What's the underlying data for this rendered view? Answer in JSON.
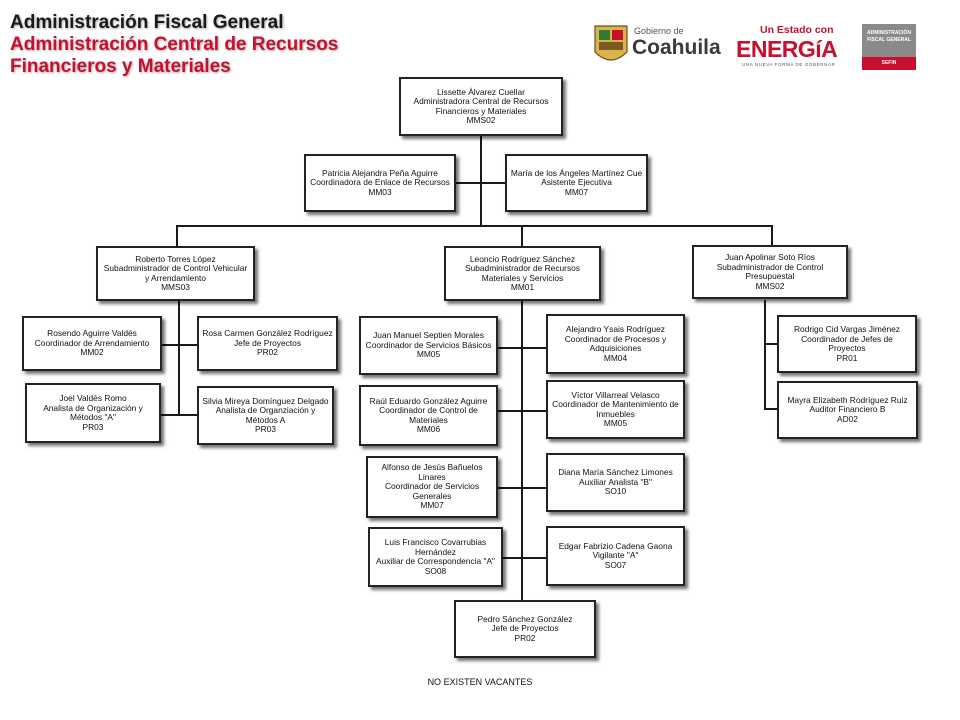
{
  "header": {
    "line1": "Administración Fiscal General",
    "line2": "Administración Central de Recursos",
    "line3": "Financieros y Materiales"
  },
  "logos": {
    "coahuila_small": "Gobierno de",
    "coahuila_big": "Coahuila",
    "energia_top": "Un Estado con",
    "energia_big": "ENERGíA",
    "energia_tag": "UNA NUEVA FORMA DE GOBERNAR",
    "afg_line1": "ADMINISTRACIÓN",
    "afg_line2": "FISCAL GENERAL",
    "afg_sub": "SEFIN",
    "colors": {
      "red": "#c8102e",
      "dark": "#1a1a1a",
      "gray": "#8a8a8a",
      "green": "#2f7d32"
    }
  },
  "org": {
    "head": {
      "name": "Lissette Álvarez Cuellar",
      "title": "Administradora Central de Recursos Financieros y Materiales",
      "code": "MMS02"
    },
    "coord_enlace": {
      "name": "Patricia Alejandra Peña Aguirre",
      "title": "Coordinadora de Enlace de Recursos",
      "code": "MM03"
    },
    "asistente": {
      "name": "María de los Ángeles Martínez Cue",
      "title": "Asistente Ejecutiva",
      "code": "MM07"
    },
    "sub_control_vehicular": {
      "name": "Roberto Torres López",
      "title": "Subadministrador de Control Vehicular y Arrendamiento",
      "code": "MMS03"
    },
    "sub_recursos_materiales": {
      "name": "Leoncio Rodríguez Sánchez",
      "title": "Subadministrador de Recursos Materiales y Servicios",
      "code": "MM01"
    },
    "sub_control_presupuestal": {
      "name": "Juan Apolinar Soto Ríos",
      "title": "Subadministrador de Control Presupuestal",
      "code": "MMS02"
    },
    "coord_arrendamiento": {
      "name": "Rosendo Aguirre Valdés",
      "title": "Coordinador de Arrendamiento",
      "code": "MM02"
    },
    "jefa_proyectos": {
      "name": "Rosa Carmen González Rodríguez",
      "title": "Jefe de Proyectos",
      "code": "PR02"
    },
    "analista_joel": {
      "name": "Joel Valdés Romo",
      "title": "Analista de Organización y Métodos \"A\"",
      "code": "PR03"
    },
    "analista_silvia": {
      "name": "Silvia Mireya Domínguez Delgado",
      "title": "Analista de Organziación y Métodos A",
      "code": "PR03"
    },
    "coord_servicios_basicos": {
      "name": "Juan Manuel Septien Morales",
      "title": "Coordinador de Servicios Básicos",
      "code": "MM05"
    },
    "coord_procesos": {
      "name": "Alejandro Ysais Rodríguez",
      "title": "Coordinador de Procesos y Adquisiciones",
      "code": "MM04"
    },
    "coord_control_materiales": {
      "name": "Raúl Eduardo González Aguirre",
      "title": "Coordinador de Control de Materiales",
      "code": "MM06"
    },
    "coord_mantenimiento": {
      "name": "Víctor Villarreal Velasco",
      "title": "Coordinador de Mantenimiento de Inmuebles",
      "code": "MM05"
    },
    "coord_servicios_generales": {
      "name": "Alfonso de Jesús Bañuelos Linares",
      "title": "Coordinador de Servicios Generales",
      "code": "MM07"
    },
    "auxiliar_analista": {
      "name": "Diana María Sánchez Limones",
      "title": "Auxiliar Analista \"B\"",
      "code": "SO10"
    },
    "auxiliar_correspondencia": {
      "name": "Luis Francisco Covarrubias Hernández",
      "title": "Auxiliar de Correspondencia \"A\"",
      "code": "SO08"
    },
    "vigilante": {
      "name": "Edgar Fabrizio Cadena Gaona",
      "title": "Vigilante \"A\"",
      "code": "SO07"
    },
    "jefe_proyectos_pedro": {
      "name": "Pedro Sánchez González",
      "title": "Jefe de Proyectos",
      "code": "PR02"
    },
    "coord_jefes_proyectos": {
      "name": "Rodrigo Cid Vargas Jiménez",
      "title": "Coordinador de Jefes de Proyectos",
      "code": "PR01"
    },
    "auditor": {
      "name": "Mayra Elizabeth Rodríguez Ruiz",
      "title": "Auditor Financiero B",
      "code": "AD02"
    }
  },
  "footer": {
    "note": "NO EXISTEN VACANTES"
  }
}
